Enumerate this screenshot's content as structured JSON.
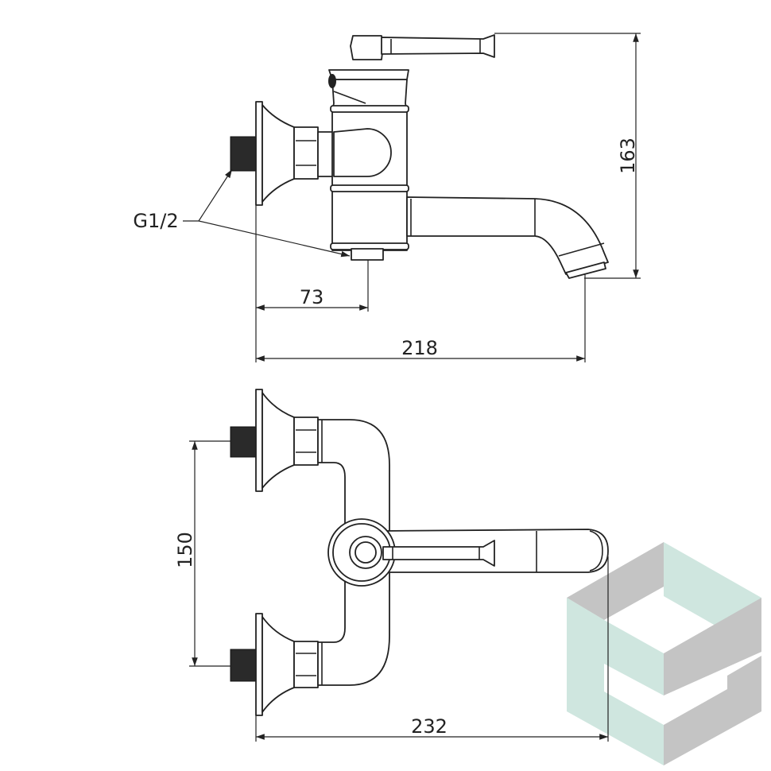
{
  "drawing": {
    "side_view": {
      "thread_label": "G1/2",
      "dim_outlet_offset": "73",
      "dim_total_depth": "218",
      "dim_height": "163"
    },
    "top_view": {
      "dim_inlet_spacing": "150",
      "dim_total_reach": "232"
    }
  },
  "watermark": {
    "type": "cube-logo",
    "colors": {
      "teal": "#cfe6df",
      "gray": "#c4c4c4"
    }
  }
}
